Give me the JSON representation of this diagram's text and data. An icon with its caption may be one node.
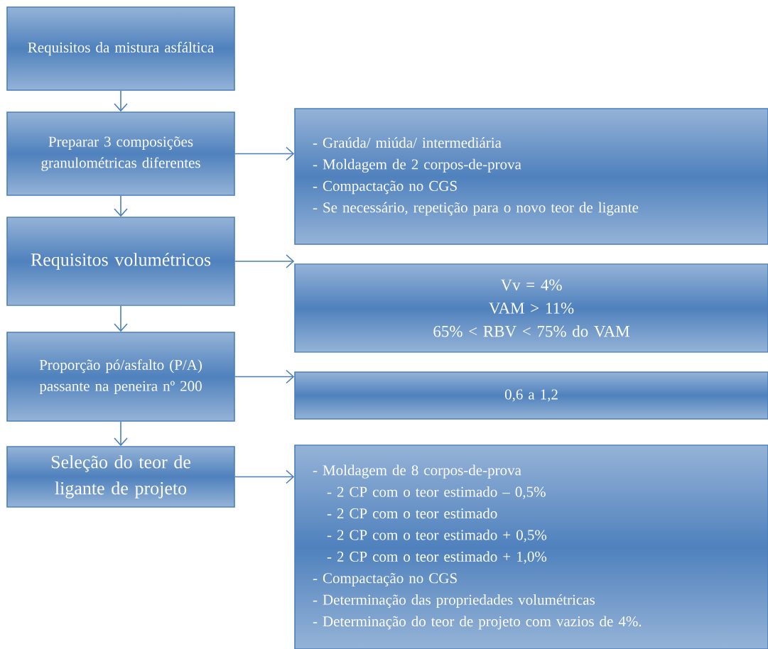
{
  "diagram": {
    "nodes": [
      {
        "text": [
          "Requisitos da mistura asfáltica"
        ]
      },
      {
        "text": [
          "Preparar 3 composições granulométricas diferentes"
        ]
      },
      {
        "text": [
          "Requisitos volumétricos"
        ]
      },
      {
        "text": [
          "Proporção pó/asfalto (P/A) passante na peneira nº 200"
        ]
      },
      {
        "text": [
          "Seleção do teor de ligante de projeto"
        ]
      },
      {
        "text": [
          "- Graúda/ miúda/ intermediária",
          "- Moldagem de 2 corpos-de-prova",
          "- Compactação no CGS",
          "- Se necessário, repetição para o novo teor de ligante"
        ]
      },
      {
        "text": [
          "Vv = 4%",
          "VAM > 11%",
          "65% < RBV < 75% do VAM"
        ]
      },
      {
        "text": [
          "0,6 a 1,2"
        ]
      },
      {
        "text": [
          "- Moldagem de 8 corpos-de-prova",
          "- 2 CP com o teor estimado – 0,5%",
          "- 2 CP com o teor estimado",
          "- 2 CP com o teor estimado + 0,5%",
          "- 2 CP com o teor estimado + 1,0%",
          "- Compactação no CGS",
          "- Determinação das propriedades volumétricas",
          "- Determinação do teor de projeto com vazios de 4%."
        ]
      }
    ],
    "edges": [
      {
        "from": 0,
        "to": 1,
        "arrow": "to"
      },
      {
        "from": 1,
        "to": 2,
        "arrow": "to"
      },
      {
        "from": 2,
        "to": 3,
        "arrow": "to"
      },
      {
        "from": 3,
        "to": 4,
        "arrow": "to"
      },
      {
        "from": 1,
        "to": 5,
        "arrow": "to"
      },
      {
        "from": 2,
        "to": 6,
        "arrow": "to"
      },
      {
        "from": 3,
        "to": 7,
        "arrow": "to"
      },
      {
        "from": 4,
        "to": 8,
        "arrow": "to"
      }
    ]
  }
}
